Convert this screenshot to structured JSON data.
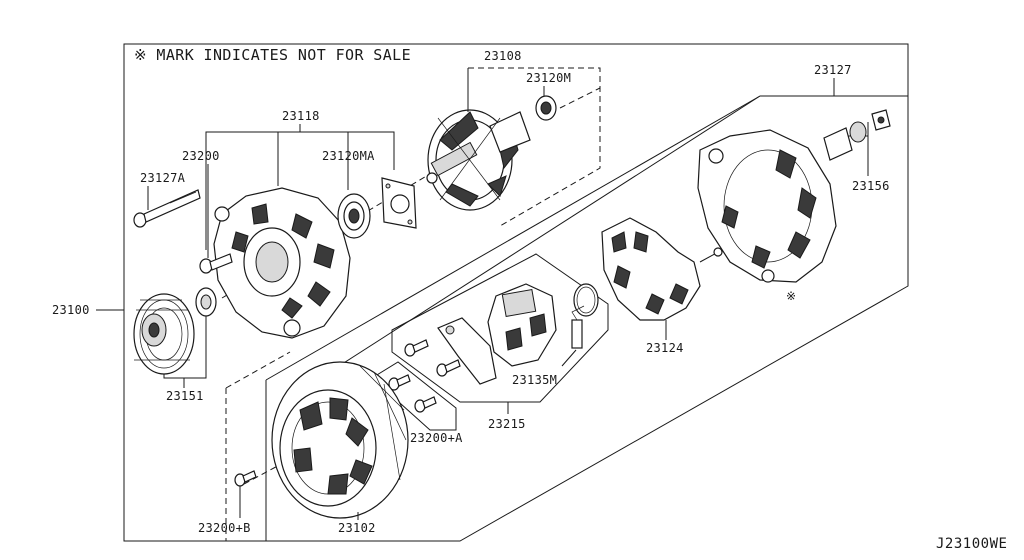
{
  "diagram": {
    "note": "※ MARK INDICATES NOT FOR SALE",
    "ref_code": "J23100WE",
    "labels": {
      "p23100": "23100",
      "p23108": "23108",
      "p23120M": "23120M",
      "p23118": "23118",
      "p23200": "23200",
      "p23120MA": "23120MA",
      "p23127A": "23127A",
      "p23127": "23127",
      "p23156": "23156",
      "p23151": "23151",
      "p23124": "23124",
      "p23135M": "23135M",
      "p23215": "23215",
      "p23200A": "23200+A",
      "p23200B": "23200+B",
      "p23102": "23102"
    },
    "marks": {
      "not_for_sale": "※"
    }
  }
}
